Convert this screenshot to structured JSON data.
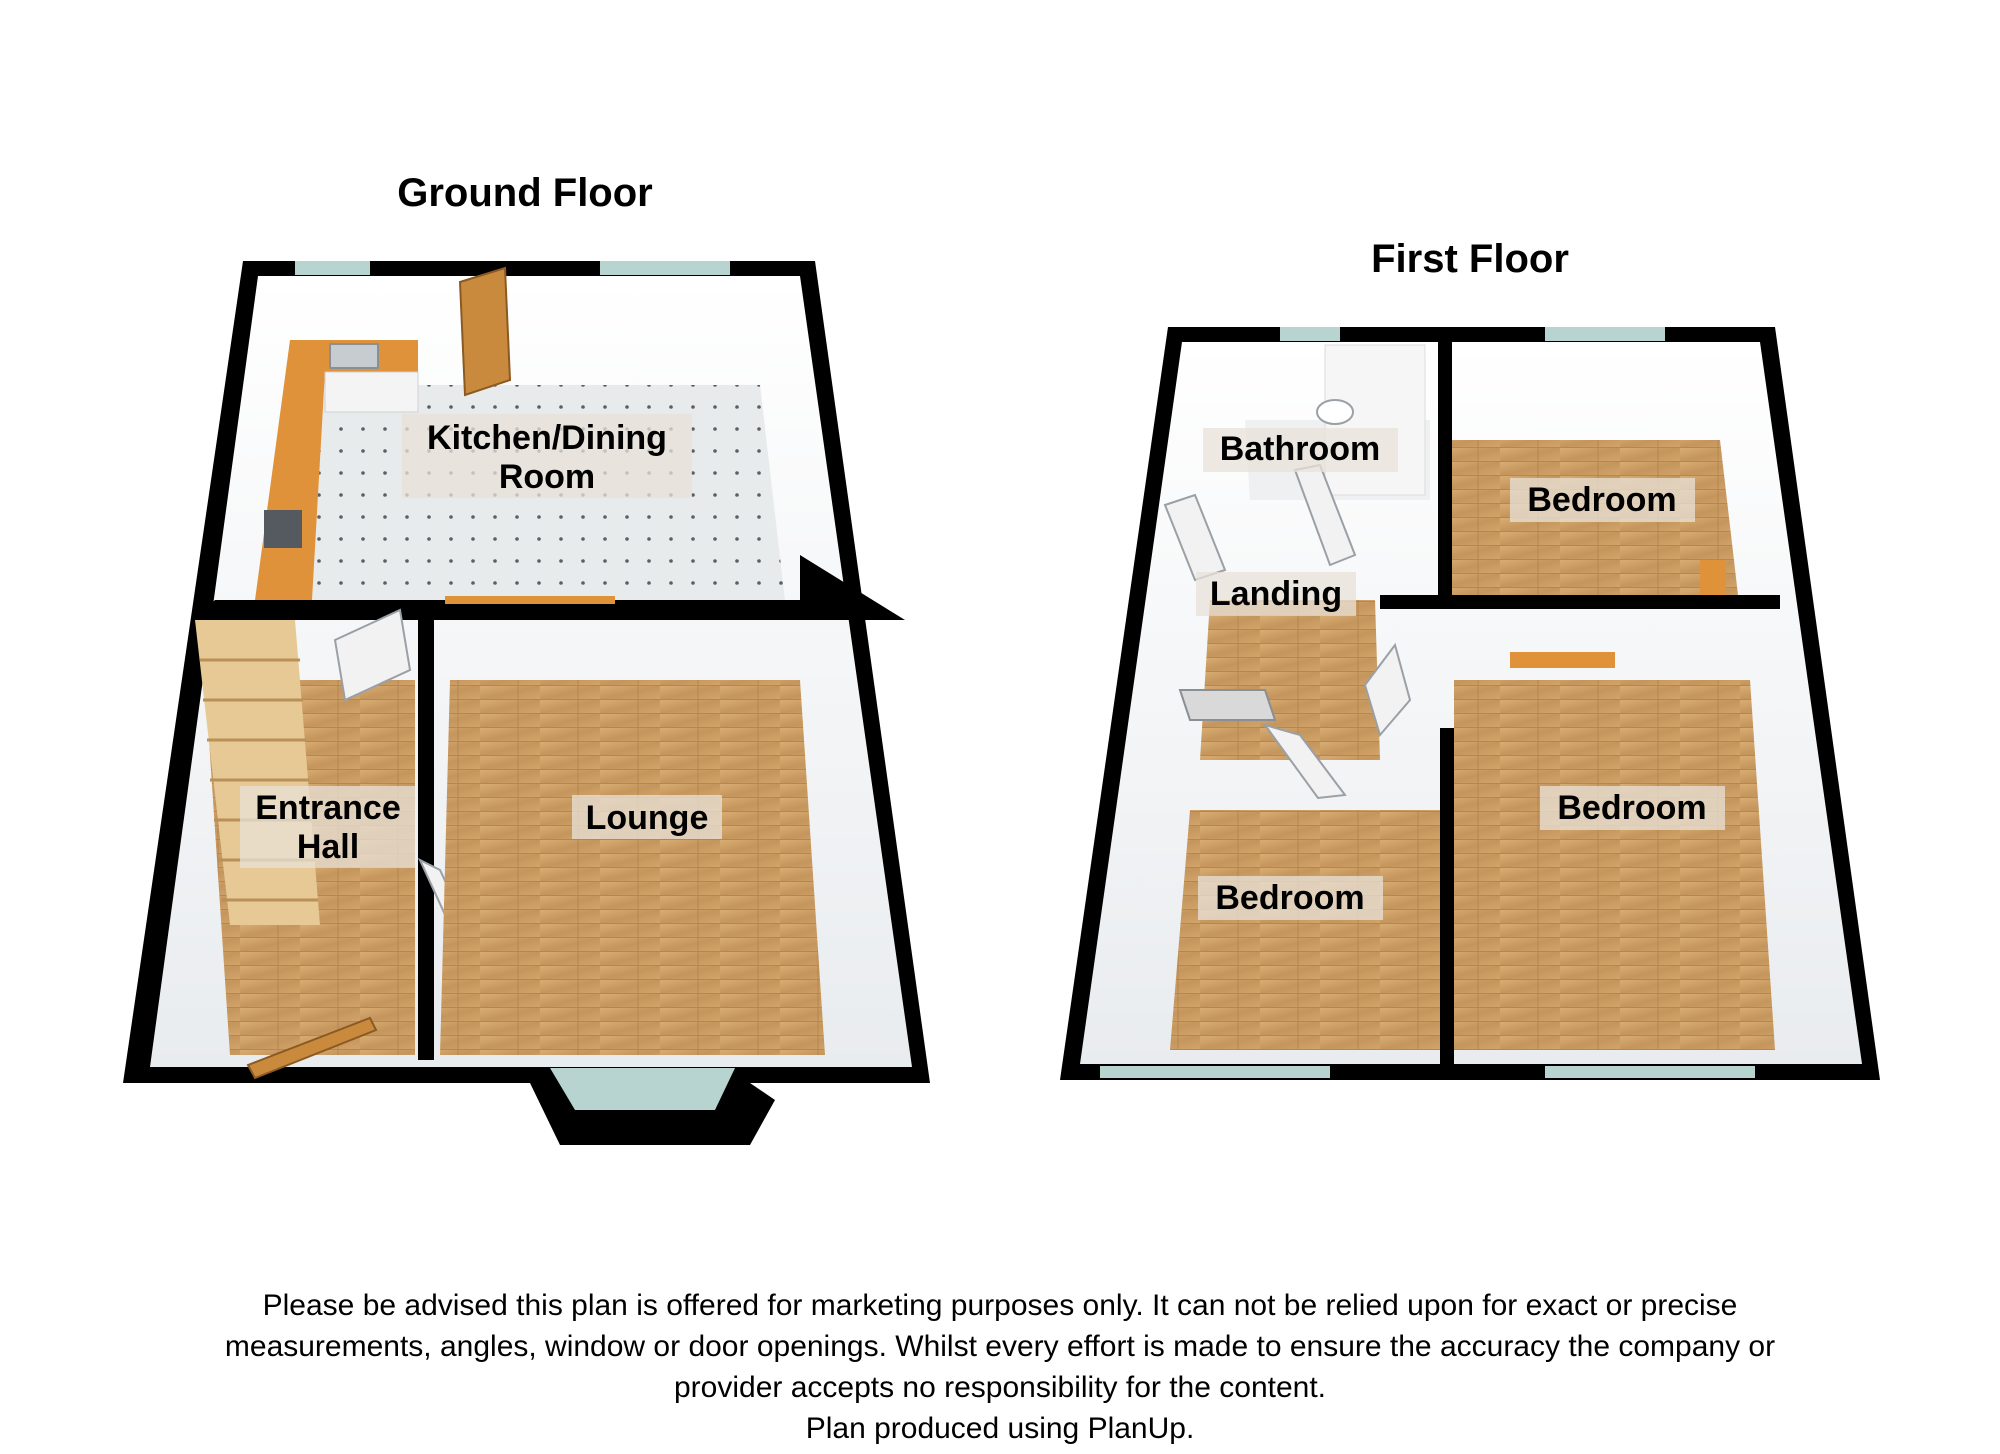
{
  "floors": [
    {
      "title": "Ground Floor",
      "rooms": [
        {
          "lines": [
            "Kitchen/Dining",
            "Room"
          ]
        },
        {
          "lines": [
            "Entrance",
            "Hall"
          ]
        },
        {
          "lines": [
            "Lounge"
          ]
        }
      ]
    },
    {
      "title": "First Floor",
      "rooms": [
        {
          "lines": [
            "Bathroom"
          ]
        },
        {
          "lines": [
            "Bedroom"
          ]
        },
        {
          "lines": [
            "Landing"
          ]
        },
        {
          "lines": [
            "Bedroom"
          ]
        },
        {
          "lines": [
            "Bedroom"
          ]
        }
      ]
    }
  ],
  "disclaimer": {
    "lines": [
      "Please be advised this plan is offered for marketing purposes only. It can not be relied upon for exact or precise",
      "measurements, angles, window or door openings. Whilst every effort is made to ensure the accuracy the company or",
      "provider accepts no responsibility for the content.",
      "Plan produced using PlanUp."
    ]
  },
  "colors": {
    "wall": "#000000",
    "wood_floor": "#c99b62",
    "tile_floor": "#e6e9ea",
    "worktop": "#e0923a",
    "inner_wall": "#ffffff",
    "window": "#b8d4d0"
  }
}
